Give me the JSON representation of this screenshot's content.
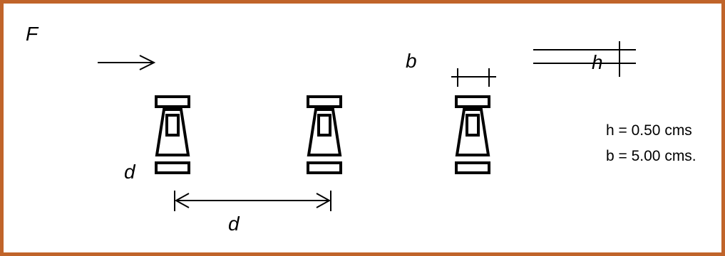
{
  "labels": {
    "force": "F",
    "width": "b",
    "thickness": "h",
    "spacing_vertical": "d",
    "spacing_horizontal": "d"
  },
  "notes": {
    "h_value": "h = 0.50 cms",
    "b_value": "b = 5.00 cms."
  },
  "colors": {
    "border": "#c0642a",
    "ink": "#000000"
  }
}
